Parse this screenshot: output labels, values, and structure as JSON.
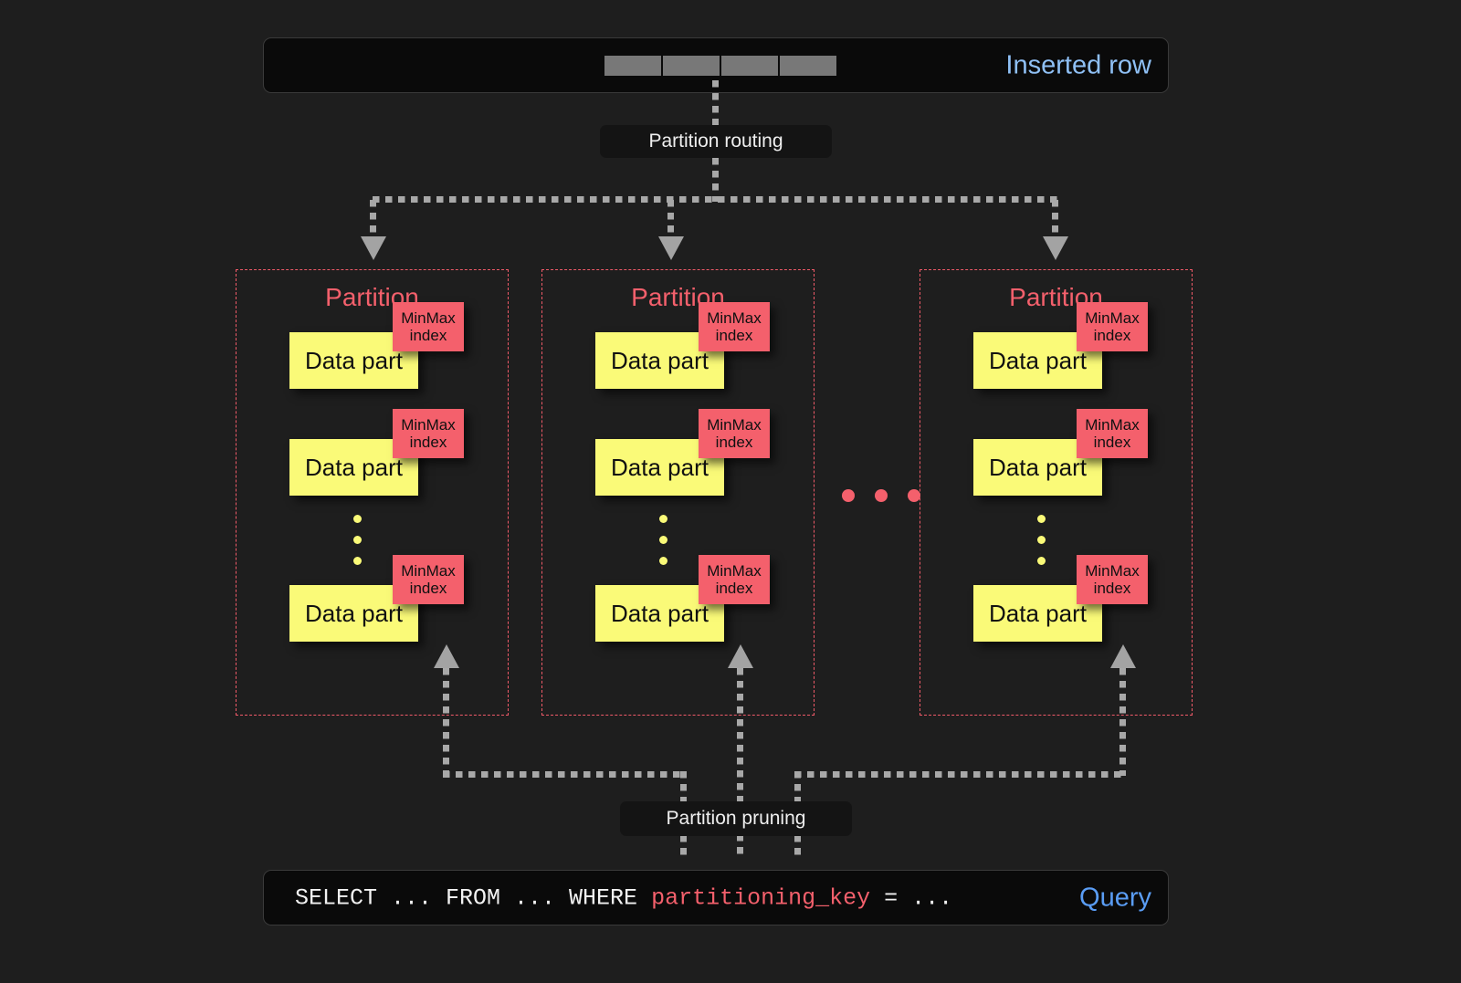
{
  "diagram": {
    "title": "ClickHouse partitioning: insert routing and partition pruning",
    "colors": {
      "background": "#1e1e1e",
      "partition_border": "#ef5a68",
      "data_part": "#fafa78",
      "minmax_index": "#f4606c",
      "accent_blue": "#8fc0f5",
      "query_blue": "#5a9df5",
      "connector": "#a8a8a8"
    }
  },
  "inserted_row": {
    "label": "Inserted row",
    "cells": [
      "",
      "",
      "",
      ""
    ]
  },
  "partition_routing": {
    "label": "Partition routing"
  },
  "partitions": [
    {
      "title": "Partition",
      "parts": [
        {
          "data_part_label": "Data part",
          "minmax_line1": "MinMax",
          "minmax_line2": "index"
        },
        {
          "data_part_label": "Data part",
          "minmax_line1": "MinMax",
          "minmax_line2": "index"
        },
        {
          "data_part_label": "Data part",
          "minmax_line1": "MinMax",
          "minmax_line2": "index"
        }
      ],
      "vertical_ellipsis": "⋮"
    },
    {
      "title": "Partition",
      "parts": [
        {
          "data_part_label": "Data part",
          "minmax_line1": "MinMax",
          "minmax_line2": "index"
        },
        {
          "data_part_label": "Data part",
          "minmax_line1": "MinMax",
          "minmax_line2": "index"
        },
        {
          "data_part_label": "Data part",
          "minmax_line1": "MinMax",
          "minmax_line2": "index"
        }
      ],
      "vertical_ellipsis": "⋮"
    },
    {
      "title": "Partition",
      "parts": [
        {
          "data_part_label": "Data part",
          "minmax_line1": "MinMax",
          "minmax_line2": "index"
        },
        {
          "data_part_label": "Data part",
          "minmax_line1": "MinMax",
          "minmax_line2": "index"
        },
        {
          "data_part_label": "Data part",
          "minmax_line1": "MinMax",
          "minmax_line2": "index"
        }
      ],
      "vertical_ellipsis": "⋮"
    }
  ],
  "partition_ellipsis": "...",
  "partition_pruning": {
    "label": "Partition pruning"
  },
  "query": {
    "prefix": "SELECT ... FROM ... WHERE ",
    "key": "partitioning_key",
    "suffix": " = ...",
    "label": "Query"
  }
}
